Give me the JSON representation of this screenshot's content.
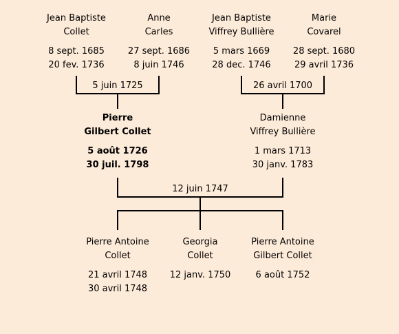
{
  "grandparents": [
    {
      "name1": "Jean Baptiste",
      "name2": "Collet",
      "birth": "8 sept. 1685",
      "death": "20 fev. 1736"
    },
    {
      "name1": "Anne",
      "name2": "Carles",
      "birth": "27 sept. 1686",
      "death": "8 juin 1746"
    },
    {
      "name1": "Jean Baptiste",
      "name2": "Viffrey Bullière",
      "birth": "5 mars 1669",
      "death": "28 dec. 1746"
    },
    {
      "name1": "Marie",
      "name2": "Covarel",
      "birth": "28 sept. 1680",
      "death": "29 avril 1736"
    }
  ],
  "grandparent_marriages": {
    "paternal": "5 juin 1725",
    "maternal": "26 avril 1700"
  },
  "parents": [
    {
      "name1": "Pierre",
      "name2": "Gilbert Collet",
      "birth": "5 août 1726",
      "death": "30 juil. 1798"
    },
    {
      "name1": "Damienne",
      "name2": "Viffrey Bullière",
      "birth": "1 mars 1713",
      "death": "30 janv. 1783"
    }
  ],
  "parent_marriage": "12 juin 1747",
  "children": [
    {
      "name1": "Pierre Antoine",
      "name2": "Collet",
      "birth": "21 avril 1748",
      "death": "30 avril 1748"
    },
    {
      "name1": "Georgia",
      "name2": "Collet",
      "birth": "12 janv. 1750",
      "death": ""
    },
    {
      "name1": "Pierre Antoine",
      "name2": "Gilbert Collet",
      "birth": "6 août 1752",
      "death": ""
    }
  ],
  "colors": {
    "background": "#fdebd9",
    "line": "#000000"
  }
}
